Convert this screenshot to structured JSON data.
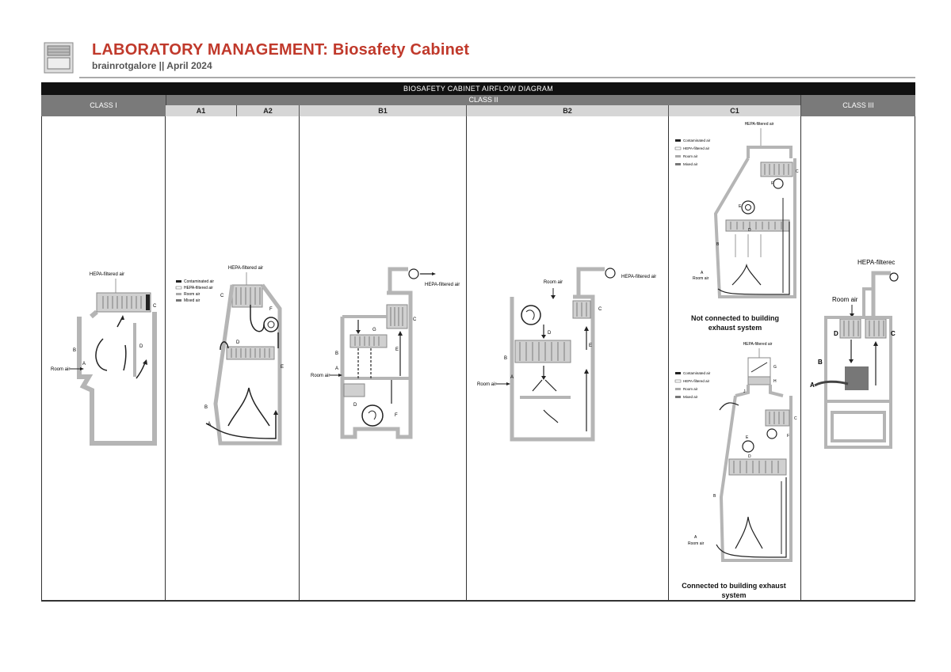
{
  "header": {
    "title": "LABORATORY MANAGEMENT: Biosafety Cabinet",
    "subtitle": "brainrotgalore || April 2024"
  },
  "table": {
    "title": "BIOSAFETY CABINET AIRFLOW DIAGRAM",
    "class1": "CLASS I",
    "class2": "CLASS II",
    "class3": "CLASS III",
    "sub_a1": "A1",
    "sub_a2": "A2",
    "sub_b1": "B1",
    "sub_b2": "B2",
    "sub_c1": "C1"
  },
  "labels": {
    "hepa_filtered_air": "HEPA-filtered air",
    "room_air": "Room air",
    "hepa_filtered_trunc": "HEPA-filterec",
    "legend_contaminated": "Contaminated air",
    "legend_hepa": "HEPA-filtered air",
    "legend_room": "Room air",
    "legend_mixed": "Mixed air",
    "A": "A",
    "B": "B",
    "C": "C",
    "D": "D",
    "E": "E",
    "F": "F",
    "G": "G",
    "H": "H",
    "J": "J"
  },
  "captions": {
    "c1_not_connected": "Not connected to building exhaust system",
    "c1_connected": "Connected to building exhaust system"
  },
  "colors": {
    "title_red": "#c0392b",
    "header_grey": "#7a7a7a",
    "cabinet_grey": "#b5b5b5"
  }
}
